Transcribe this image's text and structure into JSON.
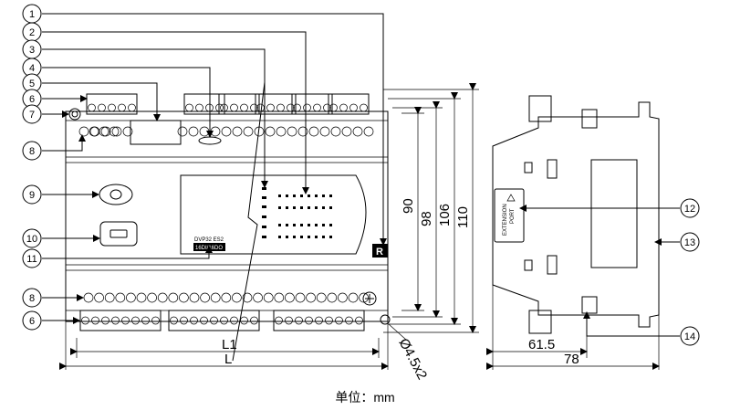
{
  "callouts_left": [
    "1",
    "2",
    "3",
    "4",
    "5",
    "6",
    "7",
    "8",
    "9",
    "10",
    "11",
    "8",
    "6"
  ],
  "callouts_right": [
    "12",
    "13",
    "14"
  ],
  "front_labels": {
    "model": "DVP32 ES2",
    "io_spec": "16DI/16DO",
    "r_mark": "R"
  },
  "side_labels": {
    "extension": "EXTENSION",
    "port": "PORT"
  },
  "dimensions": {
    "d90": "90",
    "d98": "98",
    "d106": "106",
    "d110": "110",
    "l1": "L1",
    "l": "L",
    "hole": "Ø4.5x2",
    "d61": "61.5",
    "d78": "78"
  },
  "unit_label": "单位：mm"
}
